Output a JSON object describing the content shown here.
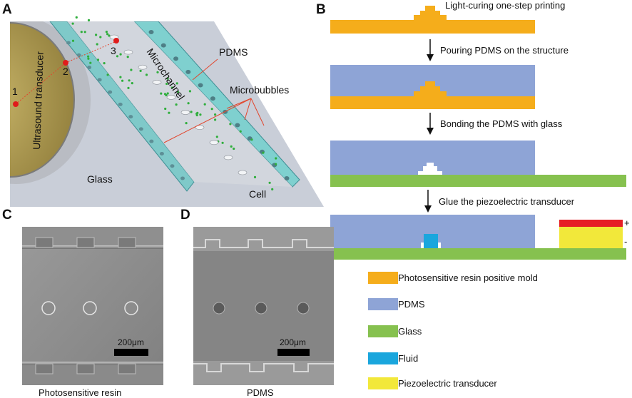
{
  "panels": {
    "a": "A",
    "b": "B",
    "c": "C",
    "d": "D"
  },
  "panel_a": {
    "transducer": "Ultrasound transducer",
    "points": [
      "1",
      "2",
      "3"
    ],
    "pdms": "PDMS",
    "microchannel": "Microchannel",
    "microbubbles": "Microbubbles",
    "glass": "Glass",
    "cell": "Cell"
  },
  "panel_b": {
    "steps": [
      "Light-curing one-step printing",
      "Pouring PDMS on the structure",
      "Bonding the PDMS with glass",
      "Glue the piezoelectric transducer"
    ],
    "plus": "+",
    "minus": "-",
    "legend": [
      {
        "label": "Photosensitive resin positive mold",
        "color": "#f5ad1b"
      },
      {
        "label": "PDMS",
        "color": "#8ea4d6"
      },
      {
        "label": "Glass",
        "color": "#86c14f"
      },
      {
        "label": "Fluid",
        "color": "#1aa6dd"
      },
      {
        "label": "Piezoelectric transducer",
        "color": "#f2e83a"
      }
    ],
    "electrode_color": "#e61e25"
  },
  "panel_c": {
    "scale": "200μm",
    "caption": "Photosensitive resin"
  },
  "panel_d": {
    "scale": "200μm",
    "caption": "PDMS"
  }
}
